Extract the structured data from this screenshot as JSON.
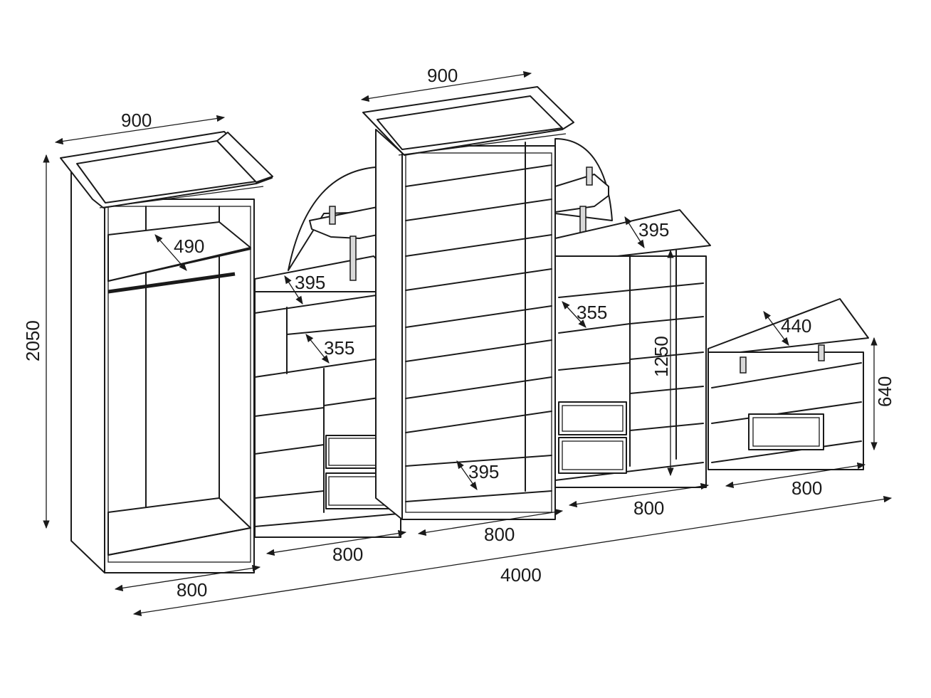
{
  "dimensions": {
    "left_wardrobe_width_top": "900",
    "left_wardrobe_depth": "490",
    "left_wardrobe_height": "2050",
    "left_wardrobe_width_bottom": "800",
    "shelf_unit_left_depth": "395",
    "shelf_unit_left_inner_depth": "355",
    "shelf_unit_left_width": "800",
    "tower_width_top": "900",
    "tower_depth": "395",
    "tower_width": "800",
    "shelf_unit_right_depth": "395",
    "shelf_unit_right_inner_depth": "355",
    "shelf_unit_right_height": "1250",
    "shelf_unit_right_width": "800",
    "low_unit_depth": "440",
    "low_unit_height": "640",
    "low_unit_width": "800",
    "total_width": "4000"
  }
}
